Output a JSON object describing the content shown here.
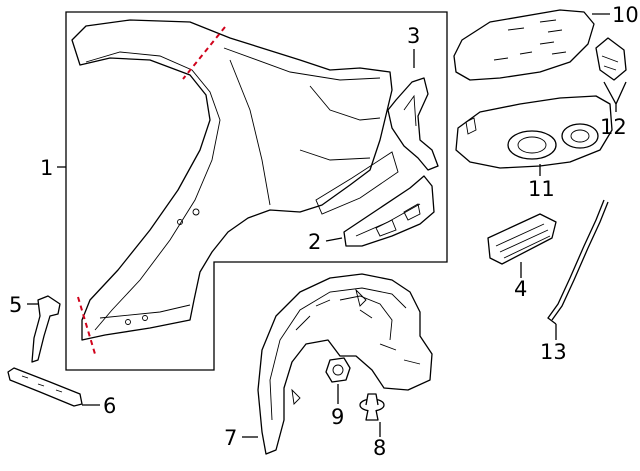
{
  "callouts": {
    "c1": "1",
    "c2": "2",
    "c3": "3",
    "c4": "4",
    "c5": "5",
    "c6": "6",
    "c7": "7",
    "c8": "8",
    "c9": "9",
    "c10": "10",
    "c11": "11",
    "c12": "12",
    "c13": "13"
  },
  "colors": {
    "line": "#000000",
    "cut_line": "#d0021b",
    "background": "#ffffff"
  }
}
